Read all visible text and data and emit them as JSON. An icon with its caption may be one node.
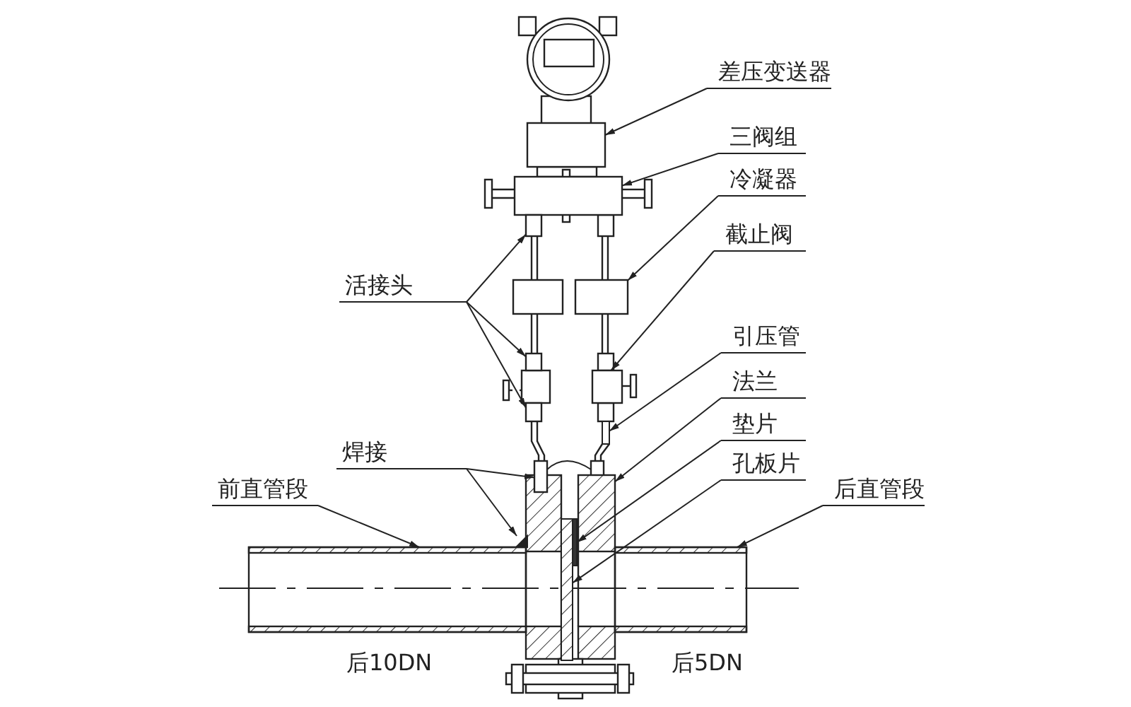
{
  "diagram": {
    "nodes": [
      {
        "text": [
          "差压变送器"
        ]
      },
      {
        "text": [
          "三阀组"
        ]
      },
      {
        "text": [
          "冷凝器"
        ]
      },
      {
        "text": [
          "截止阀"
        ]
      },
      {
        "text": [
          "活接头"
        ]
      },
      {
        "text": [
          "引压管"
        ]
      },
      {
        "text": [
          "法兰"
        ]
      },
      {
        "text": [
          "焊接"
        ]
      },
      {
        "text": [
          "垫片"
        ]
      },
      {
        "text": [
          "孔板片"
        ]
      },
      {
        "text": [
          "前直管段"
        ]
      },
      {
        "text": [
          "后直管段"
        ]
      },
      {
        "text": [],
        "shape": "box"
      },
      {
        "text": [],
        "shape": "box"
      },
      {
        "text": [],
        "shape": "box"
      },
      {
        "text": [],
        "shape": "box"
      },
      {
        "text": [],
        "shape": "box"
      },
      {
        "text": [],
        "shape": "box"
      },
      {
        "text": [],
        "shape": "box"
      },
      {
        "text": [],
        "shape": "bar"
      },
      {
        "text": [],
        "shape": "box"
      },
      {
        "text": [],
        "shape": "box"
      },
      {
        "text": [],
        "shape": "triangle"
      },
      {
        "text": [],
        "shape": "bar"
      },
      {
        "text": [],
        "shape": "bar"
      },
      {
        "text": [],
        "shape": "box"
      },
      {
        "text": [],
        "shape": "box"
      }
    ],
    "edges": [
      {
        "from": 0,
        "to": 12,
        "arrow": "to"
      },
      {
        "from": 1,
        "to": 13,
        "arrow": "to"
      },
      {
        "from": 2,
        "to": 14,
        "arrow": "to"
      },
      {
        "from": 3,
        "to": 15,
        "arrow": "to"
      },
      {
        "from": 4,
        "to": 16,
        "arrow": "to"
      },
      {
        "from": 4,
        "to": 17,
        "arrow": "to"
      },
      {
        "from": 4,
        "to": 18,
        "arrow": "to"
      },
      {
        "from": 5,
        "to": 19,
        "arrow": "to"
      },
      {
        "from": 6,
        "to": 20,
        "arrow": "to"
      },
      {
        "from": 7,
        "to": 21,
        "arrow": "to"
      },
      {
        "from": 7,
        "to": 22,
        "arrow": "to"
      },
      {
        "from": 8,
        "to": 23,
        "arrow": "to"
      },
      {
        "from": 9,
        "to": 24,
        "arrow": "to"
      },
      {
        "from": 10,
        "to": 25,
        "arrow": "to"
      },
      {
        "from": 11,
        "to": 26,
        "arrow": "to"
      }
    ],
    "labels": [
      "后10DN",
      "后5DN"
    ]
  }
}
